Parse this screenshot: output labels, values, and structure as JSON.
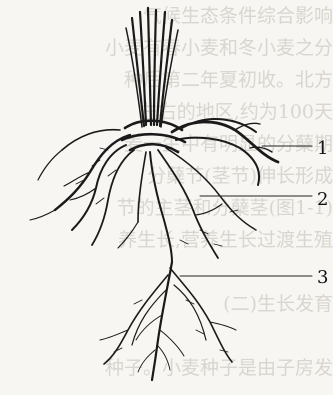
{
  "diagram": {
    "callouts": [
      {
        "id": "1",
        "label": "1"
      },
      {
        "id": "2",
        "label": "2"
      },
      {
        "id": "3",
        "label": "3"
      }
    ],
    "background_text": [
      "气候生态条件综合影响",
      "小麦有春小麦和冬小麦之分",
      "种后第二年夏初收。北方",
      "左右的地区,约为100天",
      "麦一生中有明显的分蘖期",
      "分蘖节(茎节)伸长形成",
      "节的主茎和分蘖茎(图1-1)",
      "养生长,营养生长过渡生殖",
      "",
      "(二)生长发育",
      "种子。小麦种子是由子房发"
    ]
  }
}
